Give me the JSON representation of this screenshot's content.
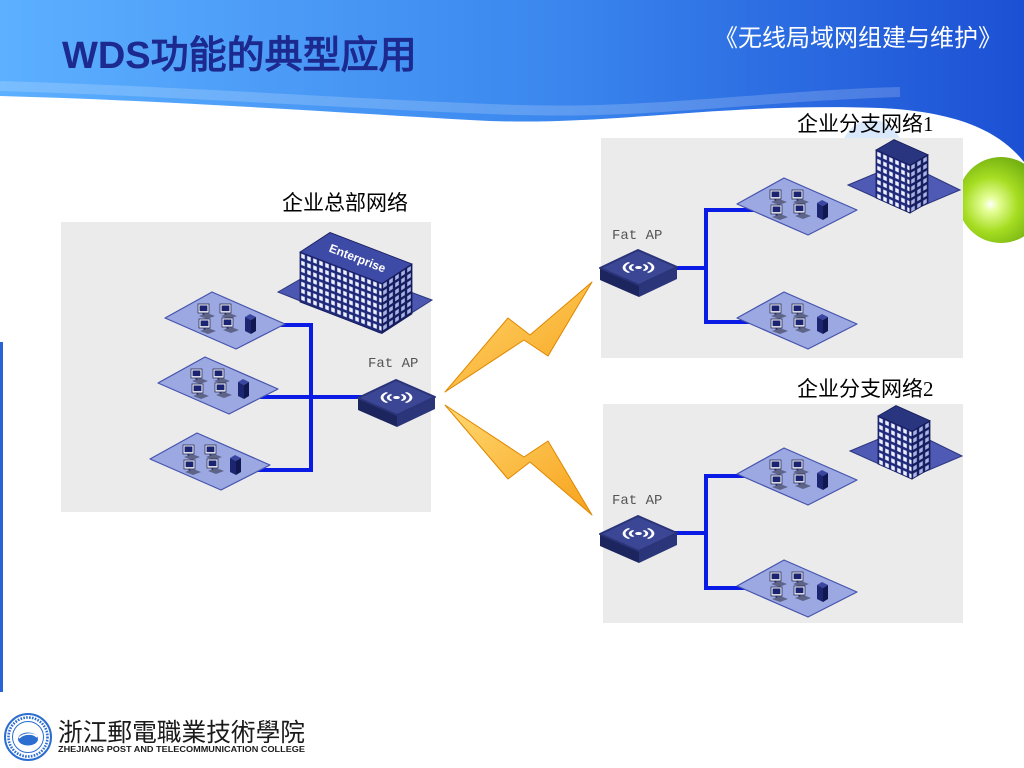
{
  "slide": {
    "title": "WDS功能的典型应用",
    "course": "《无线局域网组建与维护》"
  },
  "diagram": {
    "headquarters": {
      "label": "企业总部网络",
      "building_sign": "Enterprise",
      "ap_label": "Fat AP"
    },
    "branch_1": {
      "label": "企业分支网络1",
      "ap_label": "Fat AP"
    },
    "branch_2": {
      "label": "企业分支网络2",
      "ap_label": "Fat AP"
    }
  },
  "footer": {
    "college_name_cn": "浙江郵電職業技術學院",
    "college_name_en": "ZHEJIANG POST AND TELECOMMUNICATION COLLEGE"
  },
  "icons": {
    "access_point": "wifi-access-point-icon",
    "building": "office-building-icon",
    "workgroup": "computer-workgroup-icon",
    "wireless_link": "lightning-icon",
    "logo": "college-logo-icon"
  },
  "colors": {
    "title_blue": "#1c2a8f",
    "header_blue": "#2f6fe0",
    "link_line_blue": "#0a1be6",
    "wireless_link_orange": "#f7a21b",
    "accent_green": "#8ccf1a",
    "panel_gray": "#ebebeb"
  }
}
